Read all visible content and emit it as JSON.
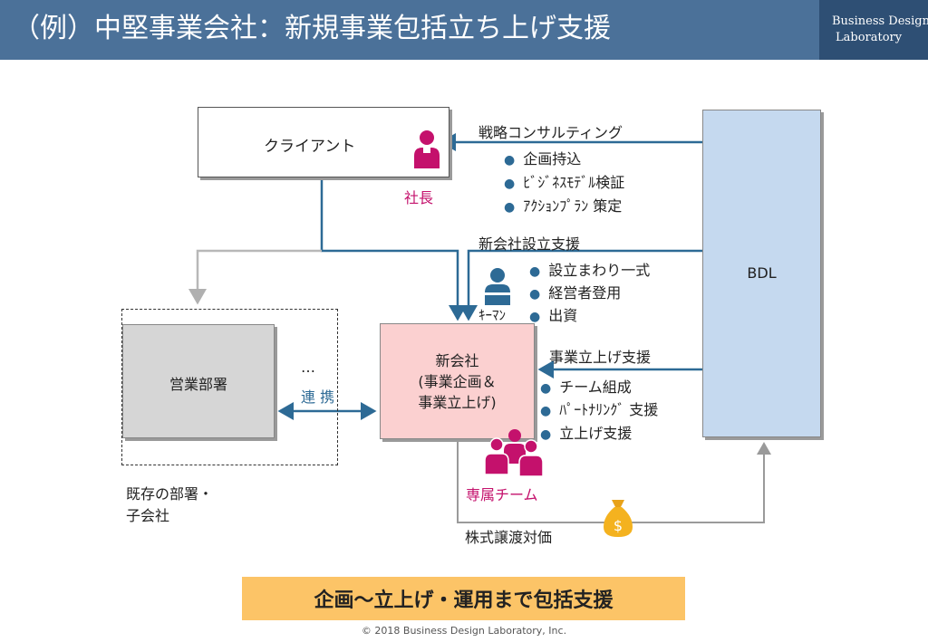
{
  "header": {
    "title": "（例）中堅事業会社：新規事業包括立ち上げ支援",
    "logo_line1": "Business Design",
    "logo_line2": "Laboratory"
  },
  "diagram": {
    "client_label": "クライアント",
    "president_label": "社長",
    "sales_label": "営業部署",
    "existing_label_1": "既存の部署・",
    "existing_label_2": "子会社",
    "ellipsis": "…",
    "link_label": "連 携",
    "new_company_lines": [
      "新会社",
      "(事業企画＆",
      "事業立上げ)"
    ],
    "bdl_label": "BDL",
    "keyman_label": "ｷｰﾏﾝ",
    "team_label": "専属チーム",
    "consulting_title": "戦略コンサルティング",
    "consulting_items": [
      "企画持込",
      "ﾋﾞｼﾞﾈｽﾓﾃﾞﾙ検証",
      "ｱｸｼｮﾝﾌﾟﾗﾝ 策定"
    ],
    "setup_title": "新会社設立支援",
    "setup_items": [
      "設立まわり一式",
      "経営者登用",
      "出資"
    ],
    "launch_title": "事業立上げ支援",
    "launch_items": [
      "チーム組成",
      "ﾊﾟｰﾄﾅﾘﾝｸﾞ 支援",
      "立上げ支援"
    ],
    "transfer_label": "株式譲渡対価",
    "money_symbol": "$"
  },
  "banner": "企画～立上げ・運用まで包括支援",
  "copyright": "© 2018 Business Design Laboratory, Inc.",
  "colors": {
    "header": "#4b7199",
    "logo_bg": "#2e4f74",
    "arrow": "#2d6a95",
    "accent_pink": "#c4116c",
    "banner": "#fcc467",
    "new_company": "#fbd0d0",
    "bdl": "#c5d9ef"
  }
}
